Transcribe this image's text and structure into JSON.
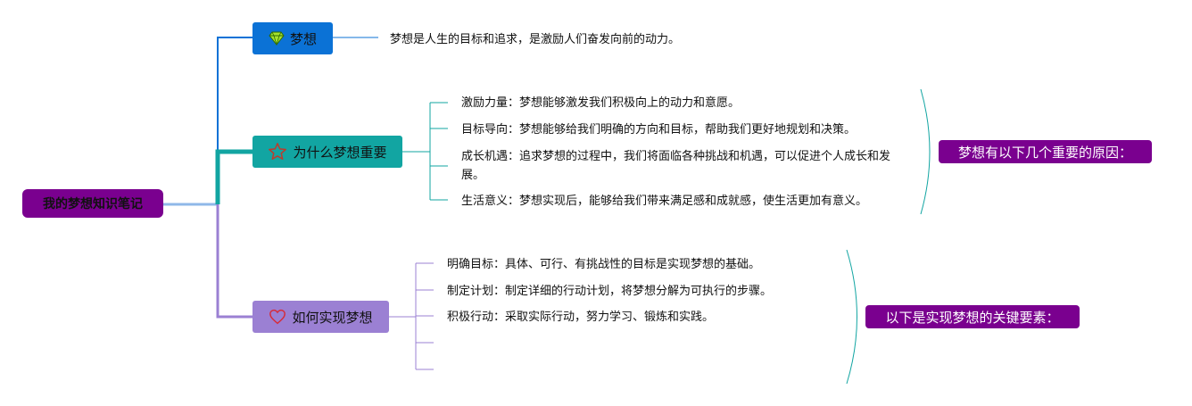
{
  "root": {
    "title": "我的梦想知识笔记"
  },
  "branches": [
    {
      "label": "梦想",
      "icon": "diamond-icon",
      "color": "#0b72d6",
      "items": [
        "梦想是人生的目标和追求，是激励人们奋发向前的动力。"
      ]
    },
    {
      "label": "为什么梦想重要",
      "icon": "star-icon",
      "color": "#12a5a2",
      "items": [
        "激励力量：梦想能够激发我们积极向上的动力和意愿。",
        "目标导向：梦想能够给我们明确的方向和目标，帮助我们更好地规划和决策。",
        "成长机遇：追求梦想的过程中，我们将面临各种挑战和机遇，可以促进个人成长和发展。",
        "生活意义：梦想实现后，能够给我们带来满足感和成就感，使生活更加有意义。"
      ],
      "summary": "梦想有以下几个重要的原因："
    },
    {
      "label": "如何实现梦想",
      "icon": "heart-icon",
      "color": "#9b80d3",
      "items": [
        "明确目标：具体、可行、有挑战性的目标是实现梦想的基础。",
        "制定计划：制定详细的行动计划，将梦想分解为可执行的步骤。",
        "积极行动：采取实际行动，努力学习、锻炼和实践。",
        "",
        ""
      ],
      "summary": "以下是实现梦想的关键要素："
    }
  ]
}
